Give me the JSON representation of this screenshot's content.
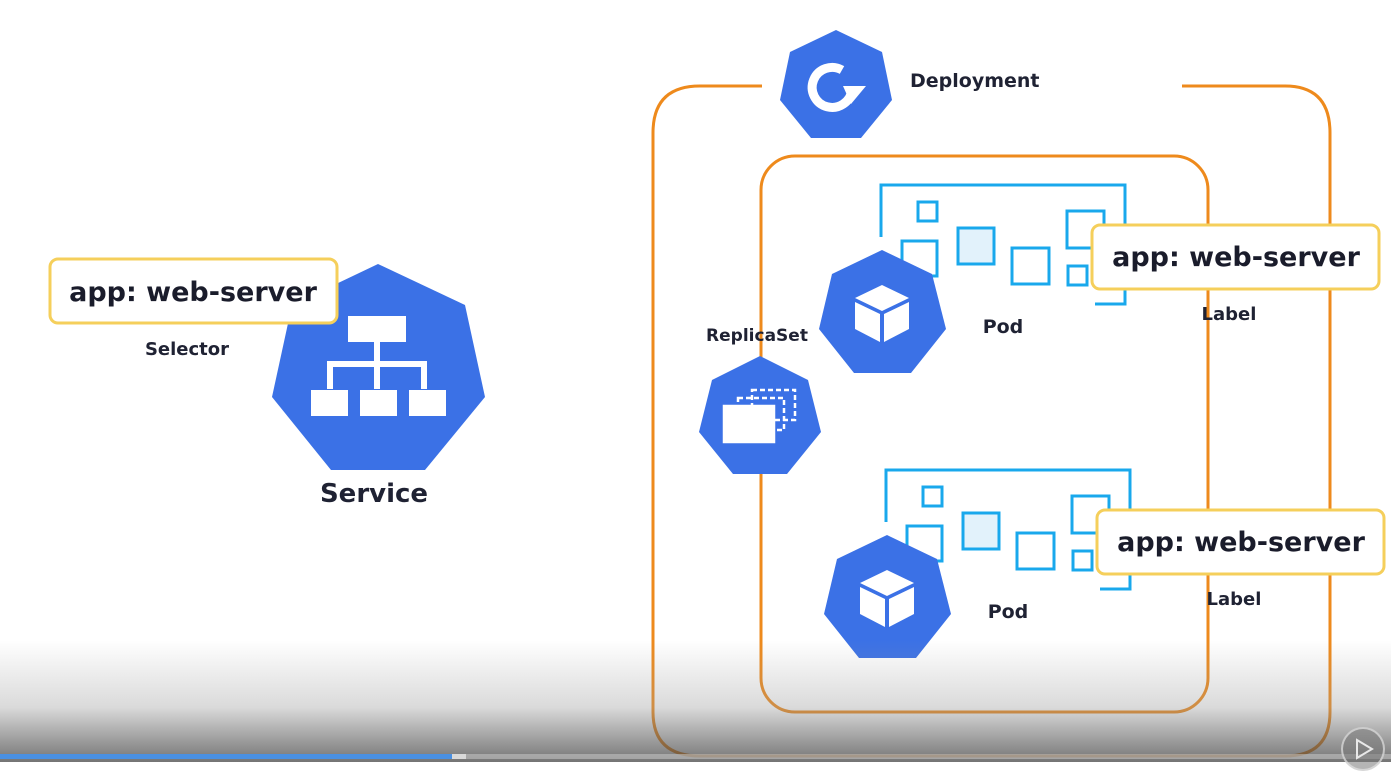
{
  "colors": {
    "hex_blue": "#3b71e6",
    "orange": "#ee8a1c",
    "cyan": "#19a8ec",
    "tag_border": "#f5cf5b",
    "progress": "#4a90e2"
  },
  "service": {
    "selector_tag": "app: web-server",
    "selector_caption": "Selector",
    "title": "Service",
    "icon": "hierarchy-icon"
  },
  "deployment": {
    "title": "Deployment",
    "icon": "rotate-arrow-icon"
  },
  "replicaset": {
    "title": "ReplicaSet",
    "icon": "stacked-cards-icon"
  },
  "pods": [
    {
      "title": "Pod",
      "label_tag": "app: web-server",
      "label_caption": "Label",
      "icon": "cube-icon"
    },
    {
      "title": "Pod",
      "label_tag": "app: web-server",
      "label_caption": "Label",
      "icon": "cube-icon"
    }
  ],
  "player": {
    "progress": 0.325,
    "buffered": 0.335,
    "icon": "play-icon"
  }
}
